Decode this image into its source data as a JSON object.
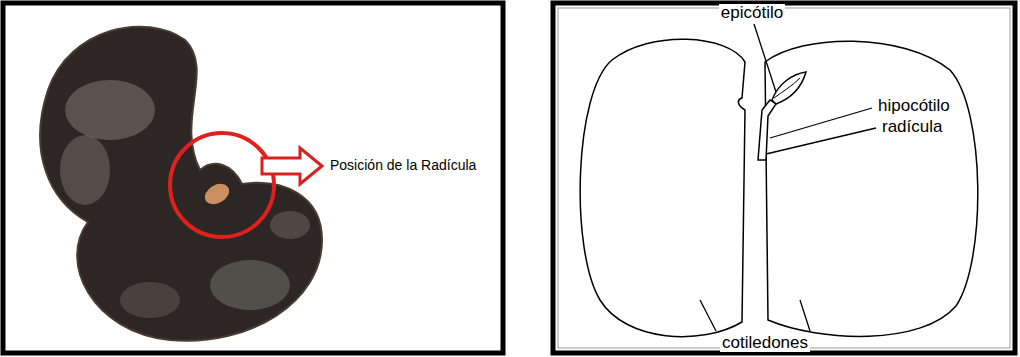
{
  "diagram": {
    "labels": [
      "Posición de la Radícula",
      "epicótilo",
      "hipocótilo",
      "radícula",
      "cotiledones"
    ]
  }
}
